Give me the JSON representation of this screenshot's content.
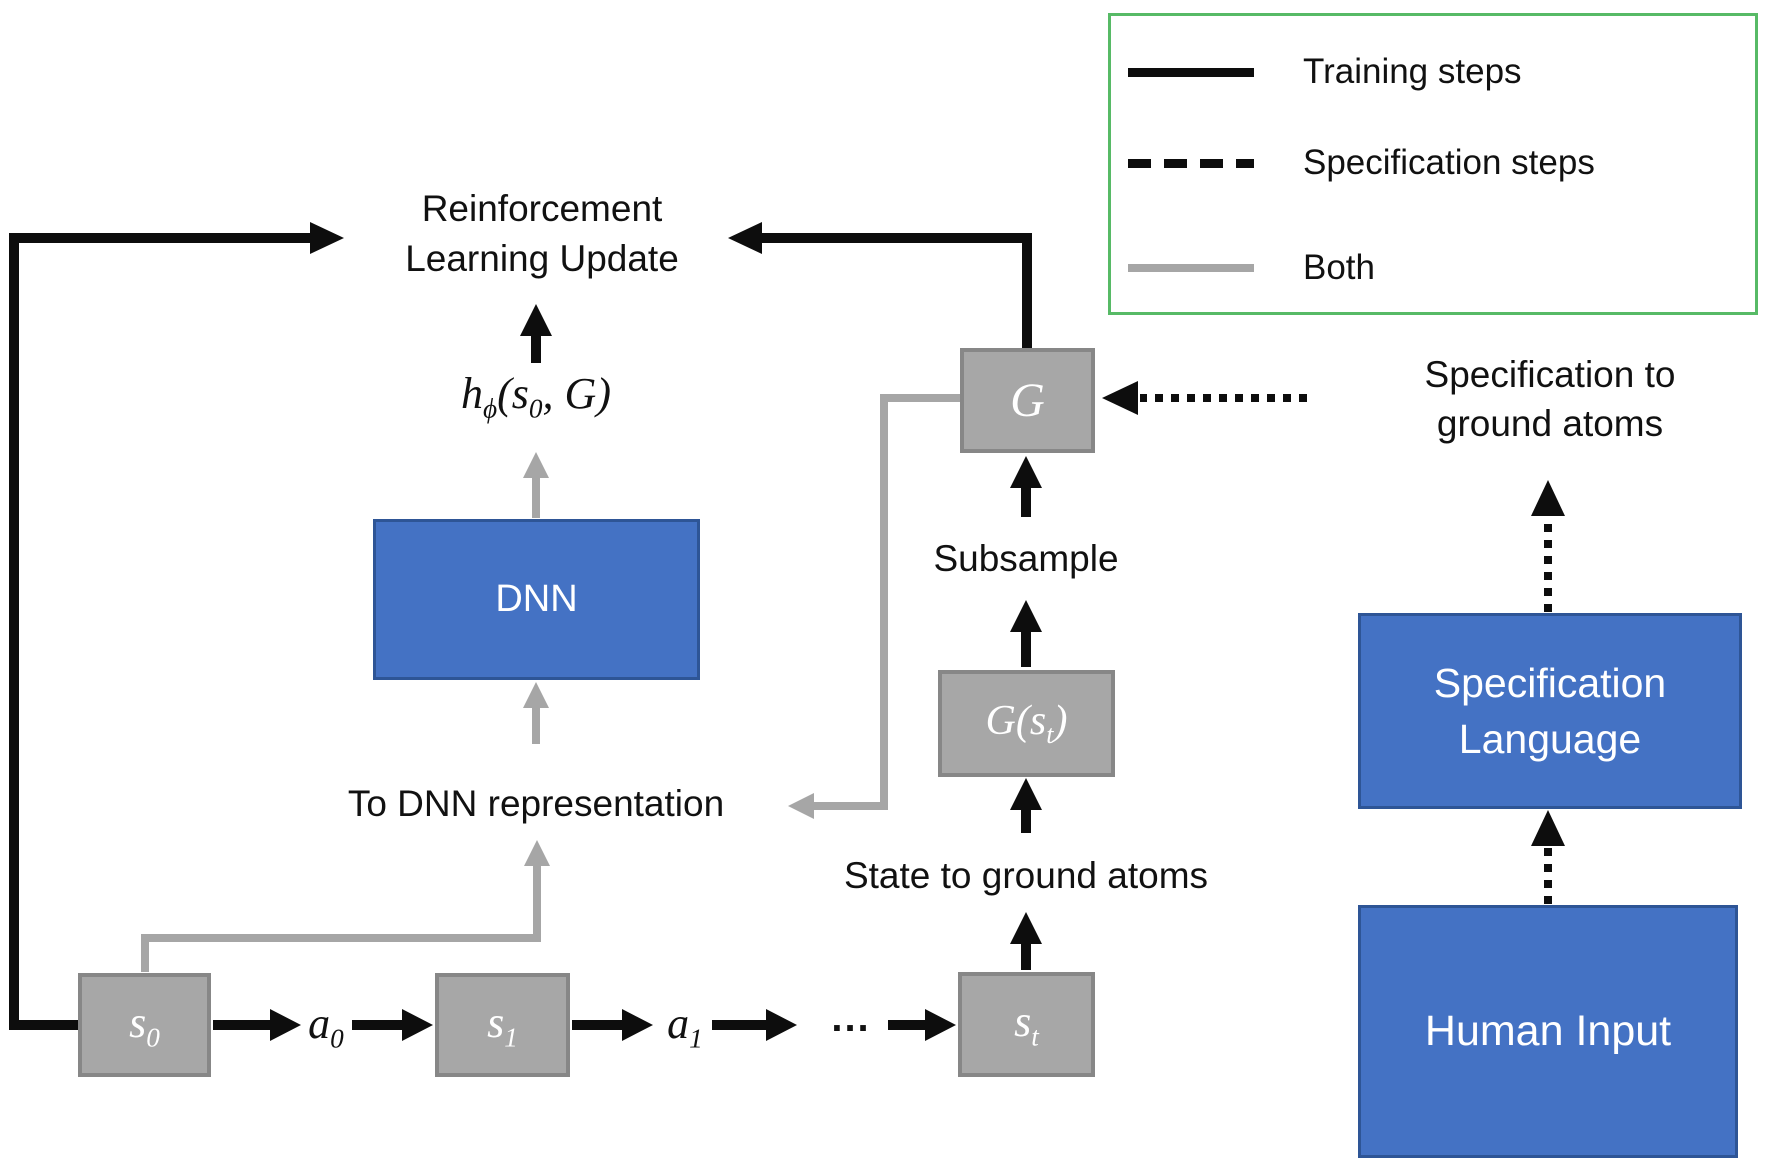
{
  "colors": {
    "blue-fill": "#4472C4",
    "blue-border": "#2E5596",
    "gray-fill": "#A7A7A7",
    "gray-border": "#878787",
    "arrow-gray": "#A6A6A6",
    "arrow-black": "#0D0D0D",
    "legend-green": "#57BA66",
    "text": "#111111"
  },
  "legend": {
    "items": [
      {
        "style": "solid-black",
        "label": "Training steps"
      },
      {
        "style": "dashed-black",
        "label": "Specification steps"
      },
      {
        "style": "solid-gray",
        "label": "Both"
      }
    ]
  },
  "labels": {
    "rl_line1": "Reinforcement",
    "rl_line2": "Learning Update",
    "to_dnn": "To DNN representation",
    "subsample": "Subsample",
    "state_to_atoms": "State to ground atoms",
    "spec_to_atoms_line1": "Specification to",
    "spec_to_atoms_line2": "ground atoms"
  },
  "expr": {
    "h": "h",
    "phi": "ϕ",
    "open": "(",
    "s": "s",
    "s_sub": "0",
    "comma": ",",
    "g": "G",
    "close": ")"
  },
  "boxes": {
    "dnn": {
      "label": "DNN"
    },
    "g": {
      "label": "G"
    },
    "gst": {
      "pre": "G(s",
      "sub": "t",
      "post": ")"
    },
    "spec_language": {
      "line1": "Specification",
      "line2": "Language"
    },
    "human_input": {
      "label": "Human Input"
    },
    "s0": {
      "base": "s",
      "sub": "0"
    },
    "s1": {
      "base": "s",
      "sub": "1"
    },
    "st": {
      "base": "s",
      "sub": "t"
    },
    "a0": {
      "base": "a",
      "sub": "0"
    },
    "a1": {
      "base": "a",
      "sub": "1"
    },
    "ellipsis": "..."
  }
}
